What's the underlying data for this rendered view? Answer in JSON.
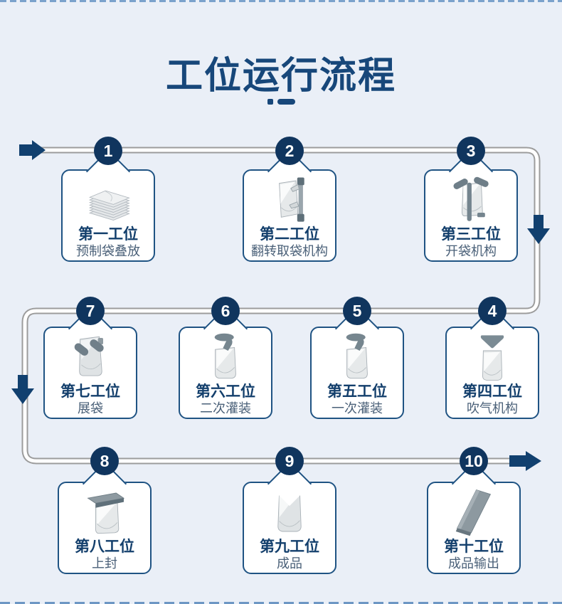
{
  "header": {
    "title": "工位运行流程"
  },
  "colors": {
    "background": "#eaeff7",
    "title_navy": "#17477a",
    "badge_navy": "#10355e",
    "card_border_blue": "#1f5383",
    "arrow_navy": "#11406f",
    "pipe_gray": "#9c9c9c",
    "dashed_border_blue": "#7ba2cc",
    "subtitle_gray_blue": "#4a6078"
  },
  "stations": [
    {
      "number": "1",
      "title": "第一工位",
      "subtitle": "预制袋叠放",
      "icon": "bag-stack-icon"
    },
    {
      "number": "2",
      "title": "第二工位",
      "subtitle": "翻转取袋机构",
      "icon": "bag-flip-mechanism-icon"
    },
    {
      "number": "3",
      "title": "第三工位",
      "subtitle": "开袋机构",
      "icon": "bag-opening-icon"
    },
    {
      "number": "4",
      "title": "第四工位",
      "subtitle": "吹气机构",
      "icon": "air-blow-icon"
    },
    {
      "number": "5",
      "title": "第五工位",
      "subtitle": "一次灌装",
      "icon": "first-filling-icon"
    },
    {
      "number": "6",
      "title": "第六工位",
      "subtitle": "二次灌装",
      "icon": "second-filling-icon"
    },
    {
      "number": "7",
      "title": "第七工位",
      "subtitle": "展袋",
      "icon": "bag-spread-icon"
    },
    {
      "number": "8",
      "title": "第八工位",
      "subtitle": "上封",
      "icon": "top-seal-icon"
    },
    {
      "number": "9",
      "title": "第九工位",
      "subtitle": "成品",
      "icon": "finished-bag-icon"
    },
    {
      "number": "10",
      "title": "第十工位",
      "subtitle": "成品输出",
      "icon": "output-chute-icon"
    }
  ]
}
